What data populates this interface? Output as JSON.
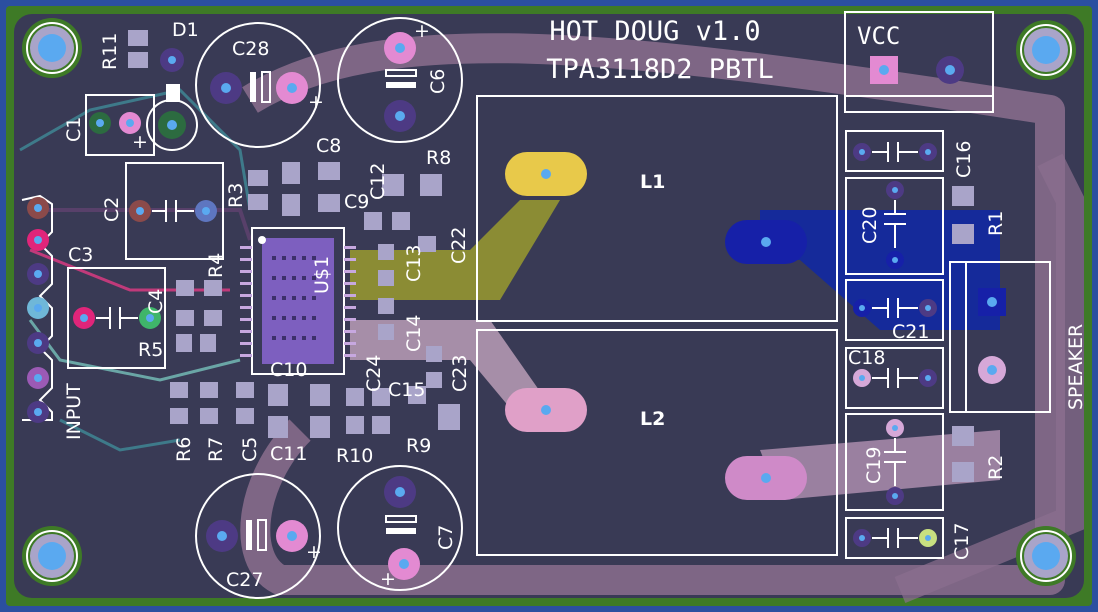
{
  "title": {
    "line1": "HOT DOUG v1.0",
    "line2": "TPA3118D2 PBTL"
  },
  "connectors": {
    "vcc": "VCC",
    "speaker": "SPEAKER",
    "input": "INPUT"
  },
  "inductors": {
    "l1": "L1",
    "l2": "L2"
  },
  "ic": "U$1",
  "diode": "D1",
  "capacitors": {
    "c1": "C1",
    "c2": "C2",
    "c3": "C3",
    "c4": "C4",
    "c5": "C5",
    "c6": "C6",
    "c7": "C7",
    "c8": "C8",
    "c9": "C9",
    "c10": "C10",
    "c11": "C11",
    "c12": "C12",
    "c13": "C13",
    "c14": "C14",
    "c15": "C15",
    "c16": "C16",
    "c17": "C17",
    "c18": "C18",
    "c19": "C19",
    "c20": "C20",
    "c21": "C21",
    "c22": "C22",
    "c23": "C23",
    "c24": "C24",
    "c27": "C27",
    "c28": "C28"
  },
  "resistors": {
    "r1": "R1",
    "r2": "R2",
    "r3": "R3",
    "r4": "R4",
    "r5": "R5",
    "r6": "R6",
    "r7": "R7",
    "r8": "R8",
    "r9": "R9",
    "r10": "R10",
    "r11": "R11"
  },
  "polarity": "+",
  "colors": {
    "board": "#393a55",
    "edge": "#2b4fa0",
    "copper_top": "#b1a3b8",
    "ground_pour": "#3e7a26",
    "silkscreen": "#ffffff",
    "pad": "#a9a4c9",
    "pad_pink": "#e38ad2",
    "pad_yellow": "#e8c94a",
    "pad_blue": "#1620a8",
    "mount_hole": "#5aa9f0"
  }
}
